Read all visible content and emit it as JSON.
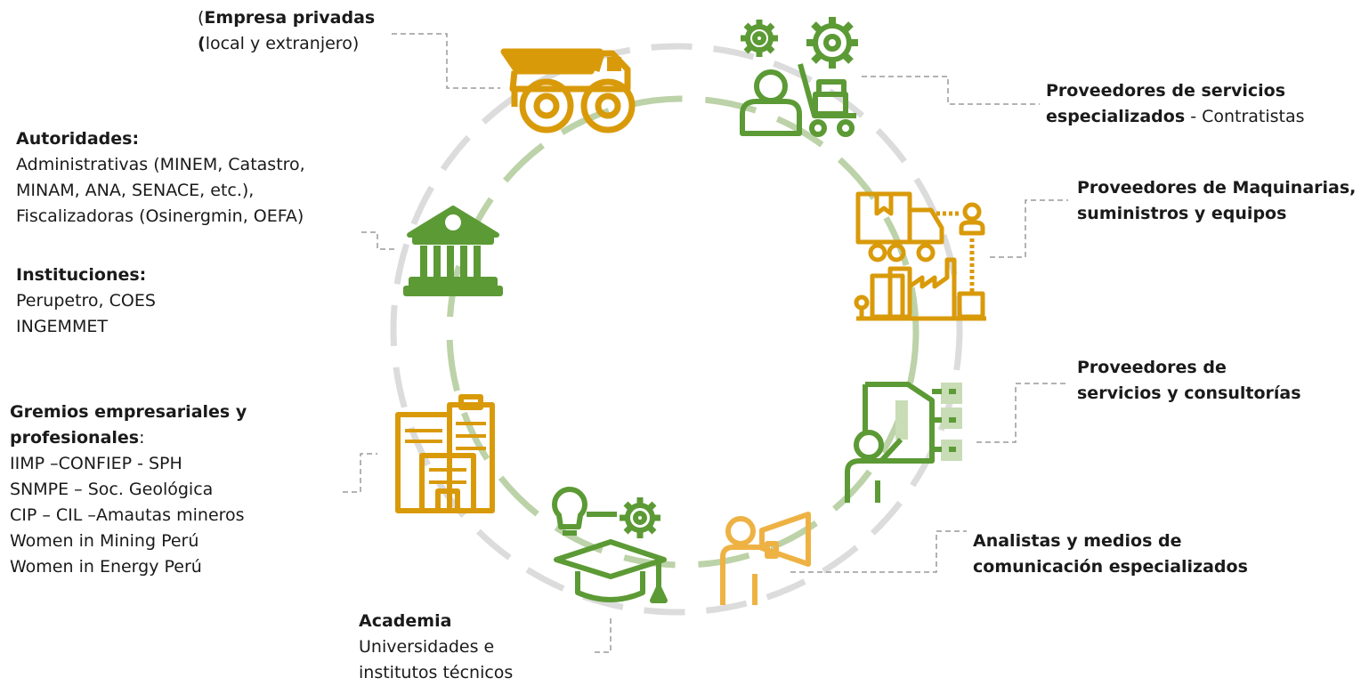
{
  "colors": {
    "green": "#5c9a35",
    "gold": "#d99a0a",
    "light_gold": "#eeb244",
    "gray_ring": "#dcdcdc",
    "green_ring": "#bcd2a8",
    "connector": "#9a9a9a"
  },
  "nodes": {
    "empresa": {
      "title_paren_open": "(",
      "title": "Empresa privadas",
      "sub_paren": "(",
      "sub": "local y extranjero)",
      "icon": "mining-dump-truck-icon"
    },
    "autoridades": {
      "title": "Autoridades:",
      "lines": [
        "Administrativas (MINEM, Catastro,",
        "MINAM, ANA, SENACE, etc.),",
        "Fiscalizadoras (Osinergmin, OEFA)"
      ],
      "inst_title": "Instituciones:",
      "inst_lines": [
        "Perupetro,  COES",
        "INGEMMET"
      ],
      "icon": "government-building-icon"
    },
    "gremios": {
      "title_line1": "Gremios empresariales y",
      "title_line2": "profesionales",
      "colon": ":",
      "lines": [
        "IIMP –CONFIEP  - SPH",
        "SNMPE –  Soc. Geológica",
        "CIP – CIL –Amautas mineros",
        "Women in Mining Perú",
        "Women in Energy Perú"
      ],
      "icon": "office-buildings-icon"
    },
    "academia": {
      "title": "Academia",
      "lines": [
        "Universidades e",
        "institutos técnicos"
      ],
      "icon": "graduation-cap-ideas-icon"
    },
    "servicios_especializados": {
      "title_line1": "Proveedores de servicios",
      "title_line2": "especializados",
      "suffix": " - Contratistas",
      "icon": "worker-gears-cart-icon"
    },
    "maquinarias": {
      "line1": "Proveedores de Maquinarias,",
      "line2": "suministros y equipos",
      "icon": "truck-factory-icon"
    },
    "consultorias": {
      "line1": "Proveedores de",
      "line2": "servicios y consultorías",
      "icon": "consultant-presentation-icon"
    },
    "analistas": {
      "line1": "Analistas y medios de",
      "line2": "comunicación especializados",
      "icon": "megaphone-person-icon"
    }
  }
}
